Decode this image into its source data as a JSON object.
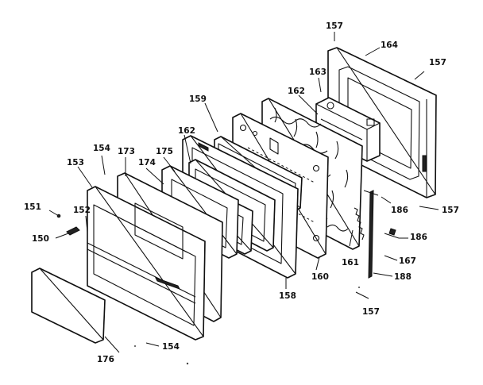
{
  "diagram": {
    "callouts": {
      "c157_top": "157",
      "c164": "164",
      "c157_tr": "157",
      "c163": "163",
      "c162_back": "162",
      "c159": "159",
      "c162_mid": "162",
      "c175": "175",
      "c154_top": "154",
      "c173": "173",
      "c174": "174",
      "c153": "153",
      "c151": "151",
      "c152": "152",
      "c150": "150",
      "c186_a": "186",
      "c157_r": "157",
      "c186_b": "186",
      "c167": "167",
      "c188": "188",
      "c161": "161",
      "c160": "160",
      "c158": "158",
      "c157_bot": "157",
      "c154_bot": "154",
      "c176": "176"
    }
  }
}
